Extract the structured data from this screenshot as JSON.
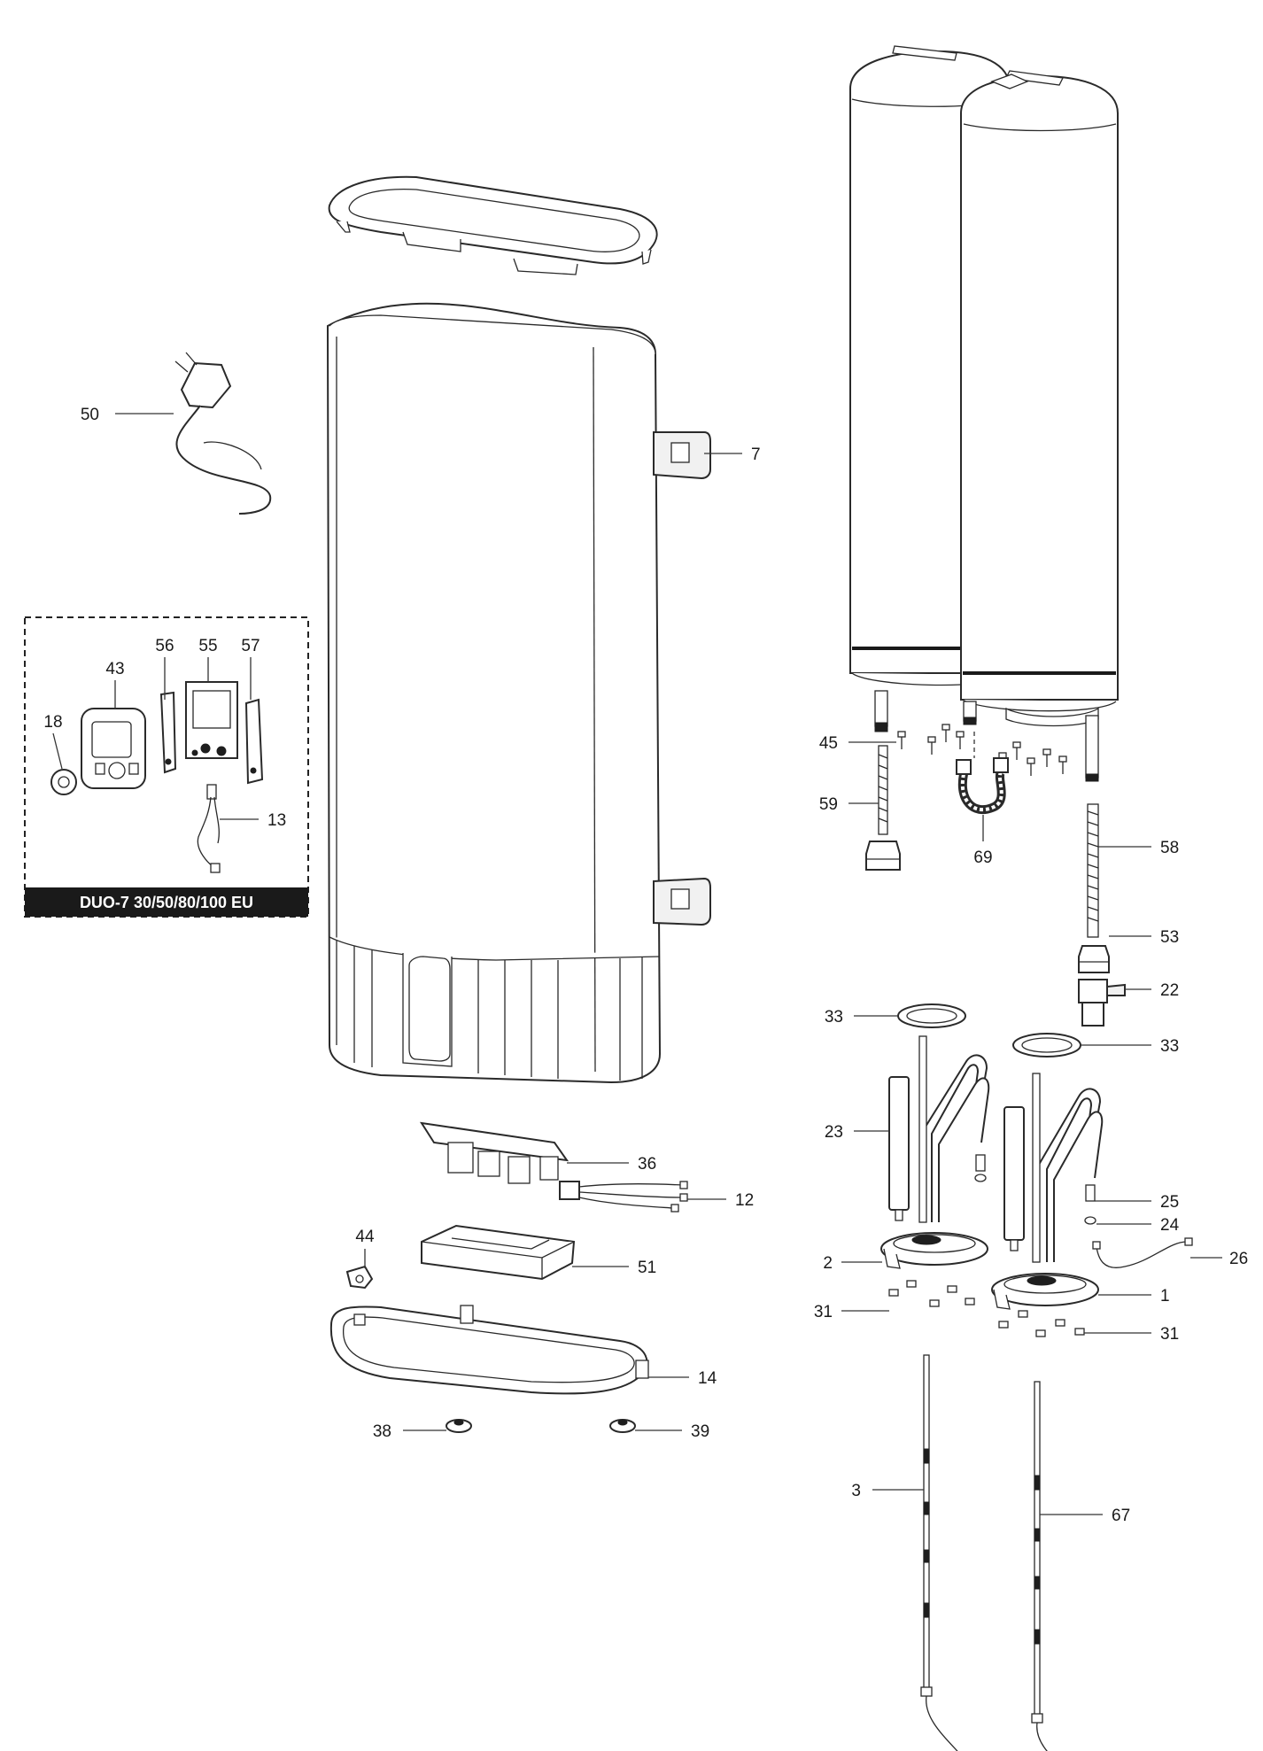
{
  "kit_box": {
    "title": "DUO-7 30/50/80/100 EU"
  },
  "labels": {
    "p50": "50",
    "p7": "7",
    "p56": "56",
    "p55": "55",
    "p57": "57",
    "p43": "43",
    "p18": "18",
    "p13": "13",
    "p45": "45",
    "p59": "59",
    "p69": "69",
    "p58": "58",
    "p53": "53",
    "p22": "22",
    "p33a": "33",
    "p33b": "33",
    "p23": "23",
    "p36": "36",
    "p12": "12",
    "p25": "25",
    "p24": "24",
    "p26": "26",
    "p44": "44",
    "p51": "51",
    "p2": "2",
    "p1": "1",
    "p31a": "31",
    "p31b": "31",
    "p14": "14",
    "p38": "38",
    "p39": "39",
    "p3": "3",
    "p67": "67"
  }
}
